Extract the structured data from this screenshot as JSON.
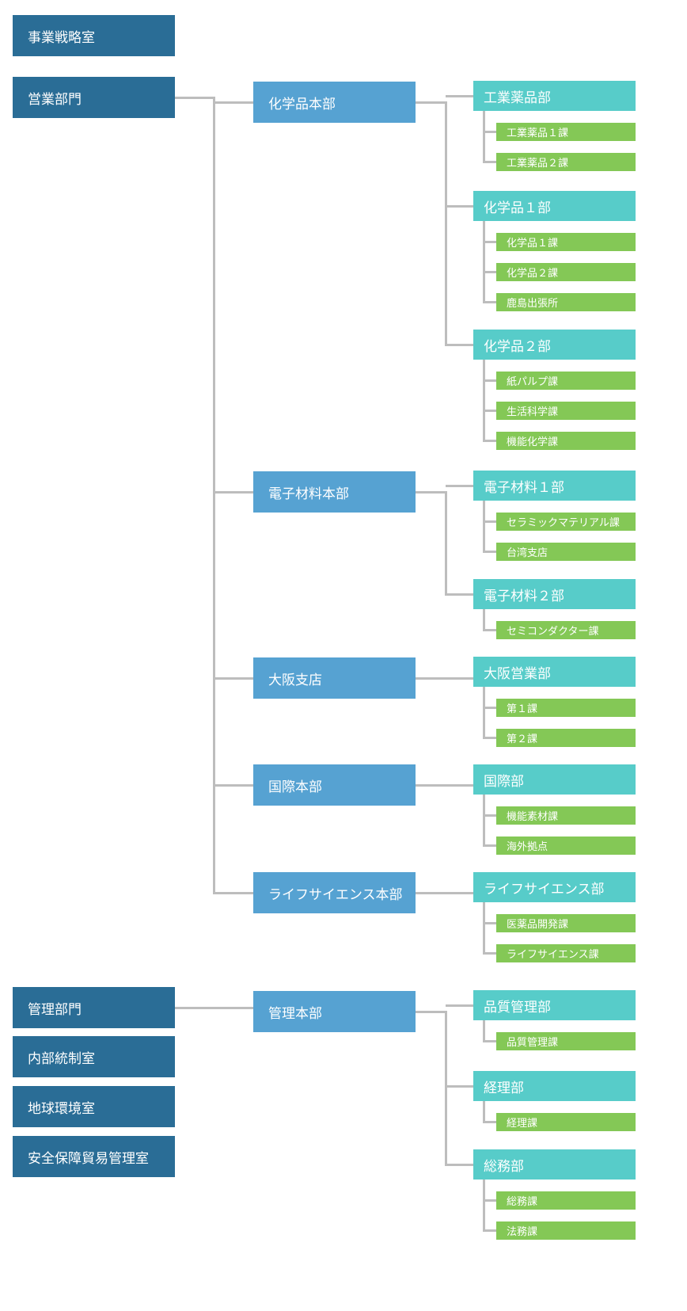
{
  "colors": {
    "top_unit": "#2a6d96",
    "headquarters": "#56a2d2",
    "department": "#57ccc9",
    "section": "#84c856",
    "connector": "#bdbdbd"
  },
  "standalone_units": [
    "事業戦略室",
    "内部統制室",
    "地球環境室",
    "安全保障貿易管理室"
  ],
  "divisions": [
    {
      "name": "営業部門",
      "headquarters": [
        {
          "name": "化学品本部",
          "departments": [
            {
              "name": "工業薬品部",
              "sections": [
                "工業薬品１課",
                "工業薬品２課"
              ]
            },
            {
              "name": "化学品１部",
              "sections": [
                "化学品１課",
                "化学品２課",
                "鹿島出張所"
              ]
            },
            {
              "name": "化学品２部",
              "sections": [
                "紙パルプ課",
                "生活科学課",
                "機能化学課"
              ]
            }
          ]
        },
        {
          "name": "電子材料本部",
          "departments": [
            {
              "name": "電子材料１部",
              "sections": [
                "セラミックマテリアル課",
                "台湾支店"
              ]
            },
            {
              "name": "電子材料２部",
              "sections": [
                "セミコンダクター課"
              ]
            }
          ]
        },
        {
          "name": "大阪支店",
          "departments": [
            {
              "name": "大阪営業部",
              "sections": [
                "第１課",
                "第２課"
              ]
            }
          ]
        },
        {
          "name": "国際本部",
          "departments": [
            {
              "name": "国際部",
              "sections": [
                "機能素材課",
                "海外拠点"
              ]
            }
          ]
        },
        {
          "name": "ライフサイエンス本部",
          "departments": [
            {
              "name": "ライフサイエンス部",
              "sections": [
                "医薬品開発課",
                "ライフサイエンス課"
              ]
            }
          ]
        }
      ]
    },
    {
      "name": "管理部門",
      "headquarters": [
        {
          "name": "管理本部",
          "departments": [
            {
              "name": "品質管理部",
              "sections": [
                "品質管理課"
              ]
            },
            {
              "name": "経理部",
              "sections": [
                "経理課"
              ]
            },
            {
              "name": "総務部",
              "sections": [
                "総務課",
                "法務課"
              ]
            }
          ]
        }
      ]
    }
  ]
}
